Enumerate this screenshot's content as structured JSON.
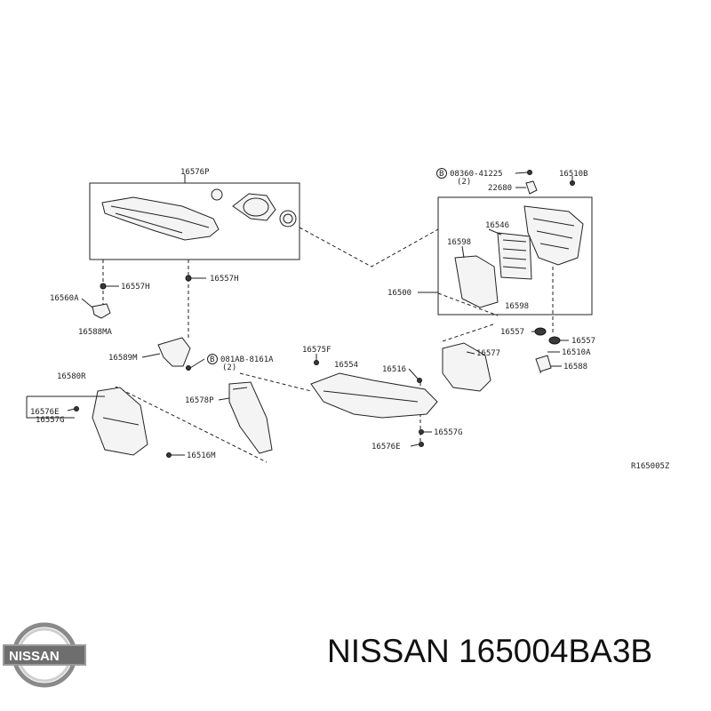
{
  "labels": {
    "l16576P": "16576P",
    "l16557H_a": "16557H",
    "l16557H_b": "16557H",
    "l16560A": "16560A",
    "l16588MA": "16588MA",
    "l16589M": "16589M",
    "l081AB": "081AB-8161A",
    "l081AB_q": "(2)",
    "l08360": "08360-41225",
    "l08360_q": "(2)",
    "l22680": "22680",
    "l16510B": "16510B",
    "l16546": "16546",
    "l16598_a": "16598",
    "l16598_b": "16598",
    "l16500": "16500",
    "l16557_a": "16557",
    "l16557_b": "16557",
    "l16510A": "16510A",
    "l16588": "16588",
    "l16577": "16577",
    "l16575F": "16575F",
    "l16554": "16554",
    "l16516": "16516",
    "l16580R": "16580R",
    "l16576E_a": "16576E",
    "l16557G_a": "16557G",
    "l16578P": "16578P",
    "l16516M": "16516M",
    "l16557G_b": "16557G",
    "l16576E_b": "16576E",
    "code": "R165005Z",
    "bolt_a": "B",
    "bolt_b": "B"
  },
  "logo": {
    "brand": "NISSAN"
  },
  "footer": {
    "title": "NISSAN 165004BA3B"
  }
}
